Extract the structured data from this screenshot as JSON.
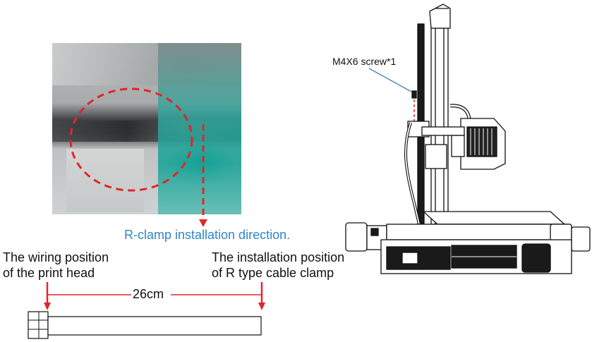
{
  "labels": {
    "clamp_direction": "R-clamp installation direction.",
    "wiring_position_line1": "The wiring position",
    "wiring_position_line2": "of the print head",
    "installation_position_line1": "The installation position",
    "installation_position_line2": "of R type cable clamp",
    "distance": "26cm",
    "screw": "M4X6 screw*1"
  },
  "colors": {
    "accent_red": "#e0262b",
    "direction_text": "#2f86c6",
    "leader_line": "#2f6fa8",
    "line_art": "#111111"
  }
}
